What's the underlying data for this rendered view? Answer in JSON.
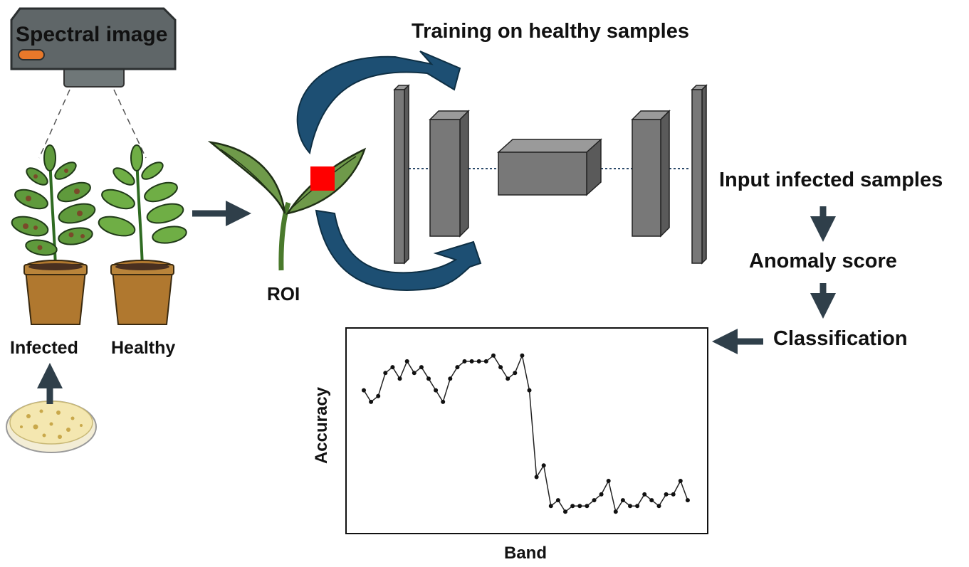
{
  "labels": {
    "camera": "Spectral image",
    "training": "Training on healthy samples",
    "roi": "ROI",
    "infected": "Infected",
    "healthy": "Healthy",
    "input": "Input infected samples",
    "anomaly": "Anomaly score",
    "classification": "Classification"
  },
  "colors": {
    "arrow_dark": "#2f3f4a",
    "curved_arrow": "#1d4f73",
    "network_block": "#787878",
    "roi_patch": "#ff0000",
    "leaf": "#6f9a4a",
    "camera_body": "#5f6668",
    "camera_led": "#e8782a",
    "pot": "#b0782f"
  },
  "icons": [
    "spectral-camera-icon",
    "infected-plant-icon",
    "healthy-plant-icon",
    "petri-dish-icon",
    "leaf-roi-icon"
  ],
  "chart_data": {
    "type": "line",
    "title": "",
    "xlabel": "Band",
    "ylabel": "Accuracy",
    "grid": false,
    "legend": "none",
    "xlim": [
      0,
      46
    ],
    "ylim": [
      0,
      1
    ],
    "x": [
      1,
      2,
      3,
      4,
      5,
      6,
      7,
      8,
      9,
      10,
      11,
      12,
      13,
      14,
      15,
      16,
      17,
      18,
      19,
      20,
      21,
      22,
      23,
      24,
      25,
      26,
      27,
      28,
      29,
      30,
      31,
      32,
      33,
      34,
      35,
      36,
      37,
      38,
      39,
      40,
      41,
      42,
      43,
      44,
      45
    ],
    "series": [
      {
        "values": [
          0.71,
          0.65,
          0.68,
          0.8,
          0.83,
          0.77,
          0.86,
          0.8,
          0.83,
          0.77,
          0.71,
          0.65,
          0.77,
          0.83,
          0.86,
          0.86,
          0.86,
          0.86,
          0.89,
          0.83,
          0.77,
          0.8,
          0.89,
          0.71,
          0.26,
          0.32,
          0.11,
          0.14,
          0.08,
          0.11,
          0.11,
          0.11,
          0.14,
          0.17,
          0.24,
          0.08,
          0.14,
          0.11,
          0.11,
          0.17,
          0.14,
          0.11,
          0.17,
          0.17,
          0.24,
          0.14
        ]
      }
    ]
  }
}
